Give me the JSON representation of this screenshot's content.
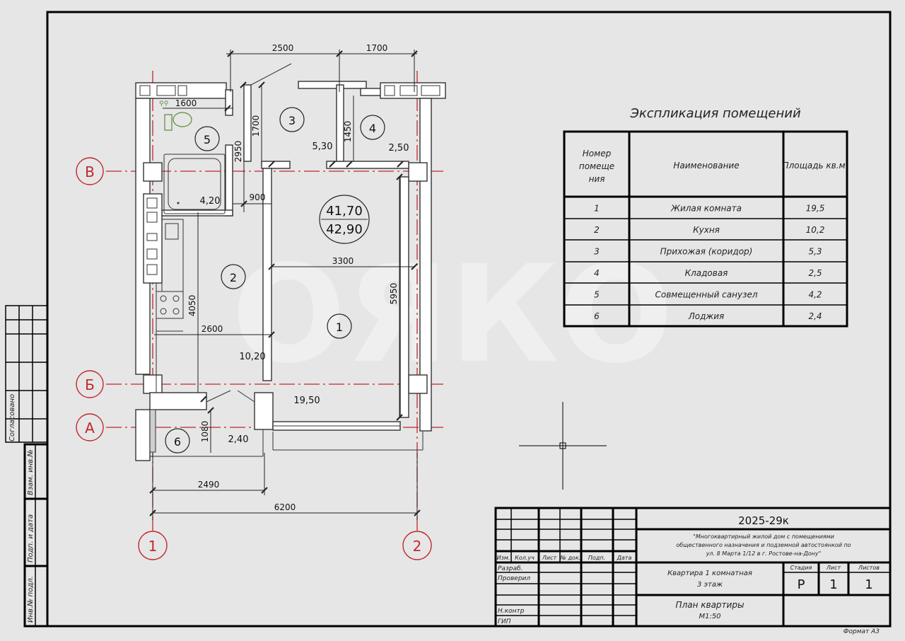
{
  "plan": {
    "axes": {
      "v1": "1",
      "v2": "2",
      "hV": "В",
      "hB": "Б",
      "hA": "А"
    },
    "dims": {
      "d2500": "2500",
      "d1700": "1700",
      "d1600": "1600",
      "d1700v": "1700",
      "d1450": "1450",
      "d2950": "2950",
      "d900": "900",
      "d3300": "3300",
      "d5950": "5950",
      "d4050": "4050",
      "d2600": "2600",
      "d1080": "1080",
      "d2490": "2490",
      "d6200": "6200"
    },
    "rooms": {
      "r1": "1",
      "r2": "2",
      "r3": "3",
      "r4": "4",
      "r5": "5",
      "r6": "6"
    },
    "areas": {
      "a1": "19,50",
      "a2": "10,20",
      "a3": "5,30",
      "a4": "2,50",
      "a5": "4,20",
      "a6": "2,40",
      "living": "41,70",
      "total": "42,90"
    }
  },
  "explication": {
    "title": "Экспликация помещений",
    "headers": {
      "num": [
        "Номер",
        "помеще",
        "ния"
      ],
      "name": "Наименование",
      "area": "Площадь кв.м."
    },
    "rows": [
      {
        "num": "1",
        "name": "Жилая комната",
        "area": "19,5"
      },
      {
        "num": "2",
        "name": "Кухня",
        "area": "10,2"
      },
      {
        "num": "3",
        "name": "Прихожая (коридор)",
        "area": "5,3"
      },
      {
        "num": "4",
        "name": "Кладовая",
        "area": "2,5"
      },
      {
        "num": "5",
        "name": "Совмещенный санузел",
        "area": "4,2"
      },
      {
        "num": "6",
        "name": "Лоджия",
        "area": "2,4"
      }
    ]
  },
  "stamp": {
    "code": "2025-29к",
    "project": [
      "\"Многоквартирный жилой дом с помещениями",
      "общественного назначения и подземной автостоянкой по",
      "ул. 8 Марта 1/12 в г. Ростове-на-Дону\""
    ],
    "cols": {
      "izm": "Изм.",
      "kol": "Кол.уч",
      "list": "Лист",
      "ndok": "№ док.",
      "podp": "Подп.",
      "data": "Дата"
    },
    "roles": {
      "razrab": "Разраб.",
      "prov": "Проверил",
      "nkontr": "Н.контр",
      "gip": "ГИП"
    },
    "sheet_title": [
      "Квартира 1 комнатная",
      "3 этаж"
    ],
    "drawing_title": [
      "План квартиры",
      "М1:50"
    ],
    "stage_label": "Стадия",
    "list_label": "Лист",
    "lists_label": "Листов",
    "stage": "Р",
    "list": "1",
    "lists": "1",
    "format": "Формат А3"
  },
  "sidebar": {
    "agreed": "Согласовано",
    "vzam": "Взам. инв.№",
    "podp": "Подп. и дата",
    "inv": "Инв.№ подл."
  },
  "watermark": "ОЯКО"
}
